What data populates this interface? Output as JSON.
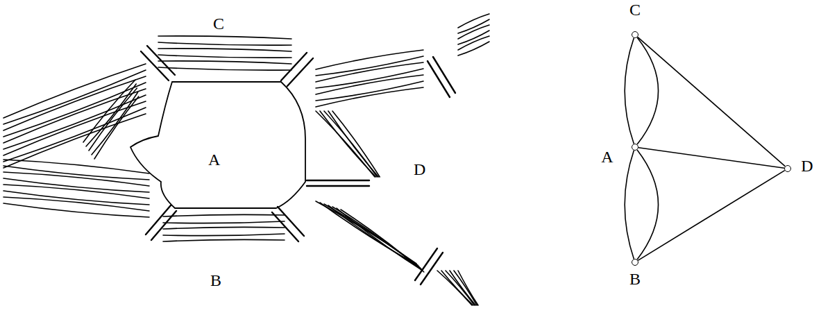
{
  "diagram": {
    "nodes": [
      {
        "text": [
          "C"
        ]
      },
      {
        "text": [
          "A"
        ]
      },
      {
        "text": [
          "B"
        ]
      },
      {
        "text": [
          "D"
        ]
      }
    ],
    "edges": [
      {
        "from": 0,
        "to": 1,
        "arrow": "none"
      },
      {
        "from": 0,
        "to": 1,
        "arrow": "none"
      },
      {
        "from": 1,
        "to": 2,
        "arrow": "none"
      },
      {
        "from": 1,
        "to": 2,
        "arrow": "none"
      },
      {
        "from": 0,
        "to": 3,
        "arrow": "none"
      },
      {
        "from": 1,
        "to": 3,
        "arrow": "none"
      },
      {
        "from": 2,
        "to": 3,
        "arrow": "none"
      }
    ],
    "labels": [
      "C",
      "A",
      "D",
      "B"
    ]
  }
}
